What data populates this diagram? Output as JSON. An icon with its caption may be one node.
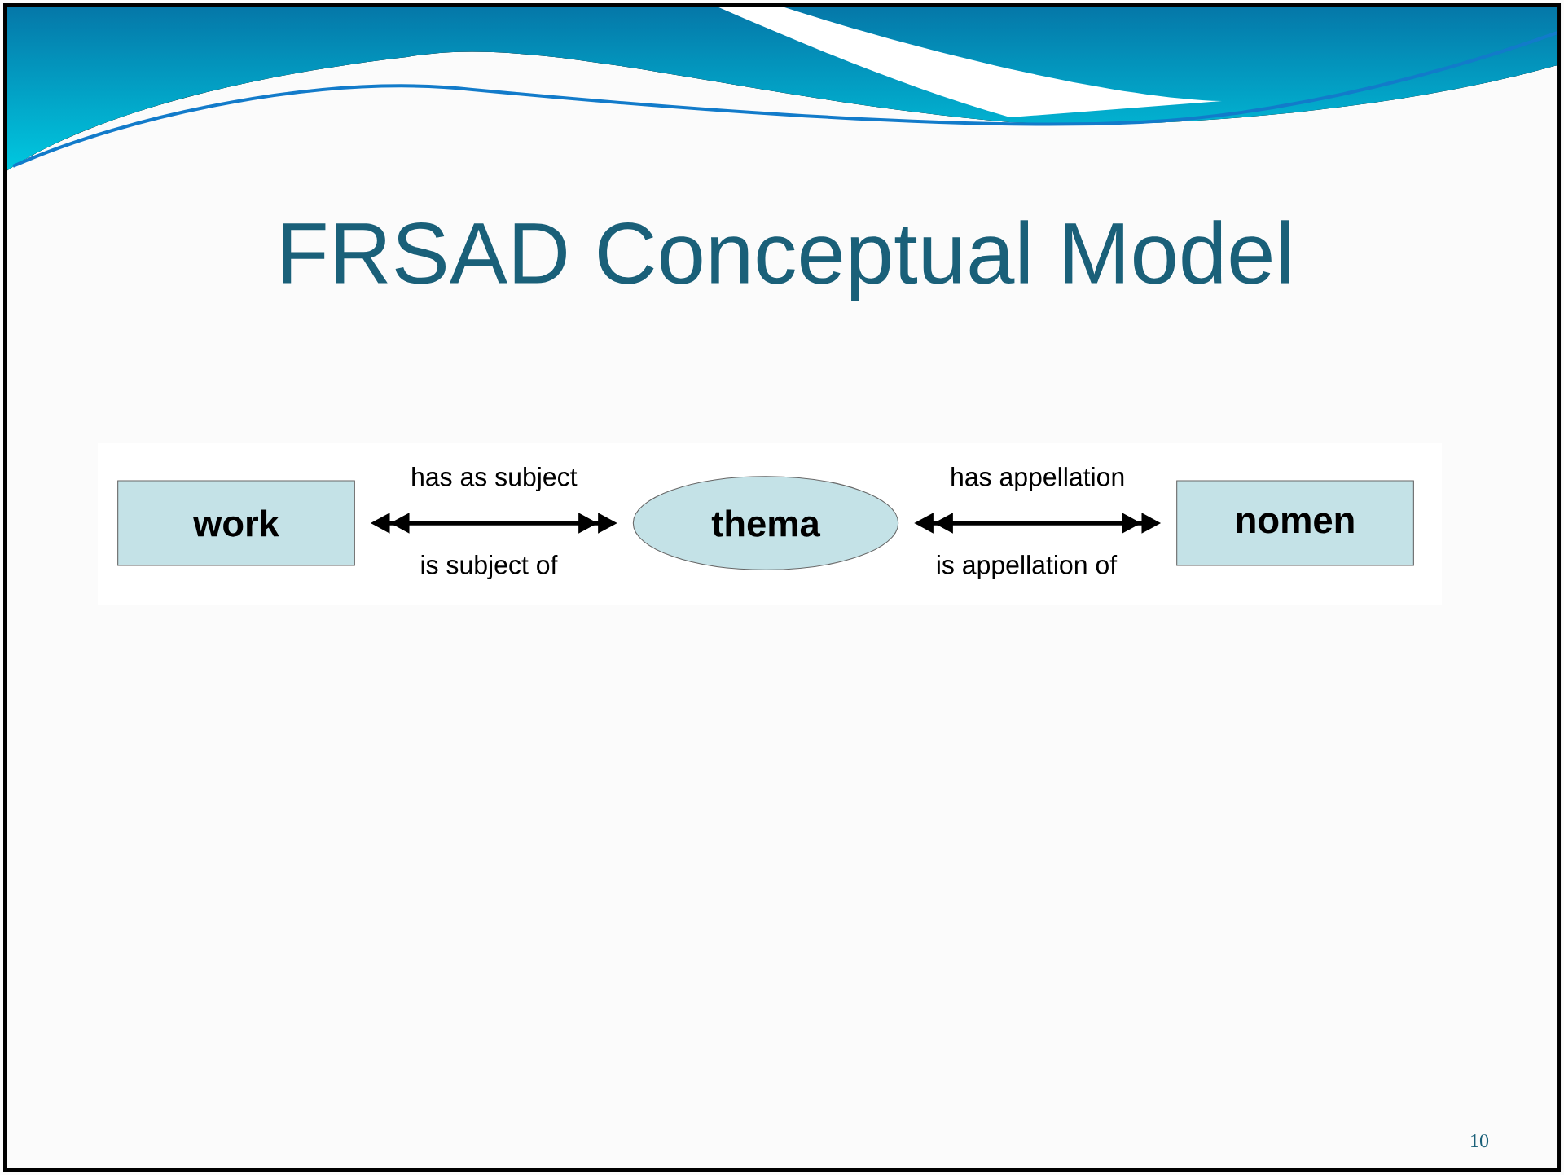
{
  "diagram": {
    "title": "FRSAD Conceptual Model",
    "nodes": [
      {
        "text": [
          "work"
        ]
      },
      {
        "text": [
          "thema"
        ]
      },
      {
        "text": [
          "nomen"
        ]
      }
    ],
    "edges": [
      {
        "from": 0,
        "to": 1,
        "arrow": "both",
        "label": "has as subject"
      },
      {
        "from": 1,
        "to": 2,
        "arrow": "both",
        "label": "has appellation"
      }
    ],
    "labels": [
      "is subject of",
      "is appellation of",
      "10"
    ]
  }
}
